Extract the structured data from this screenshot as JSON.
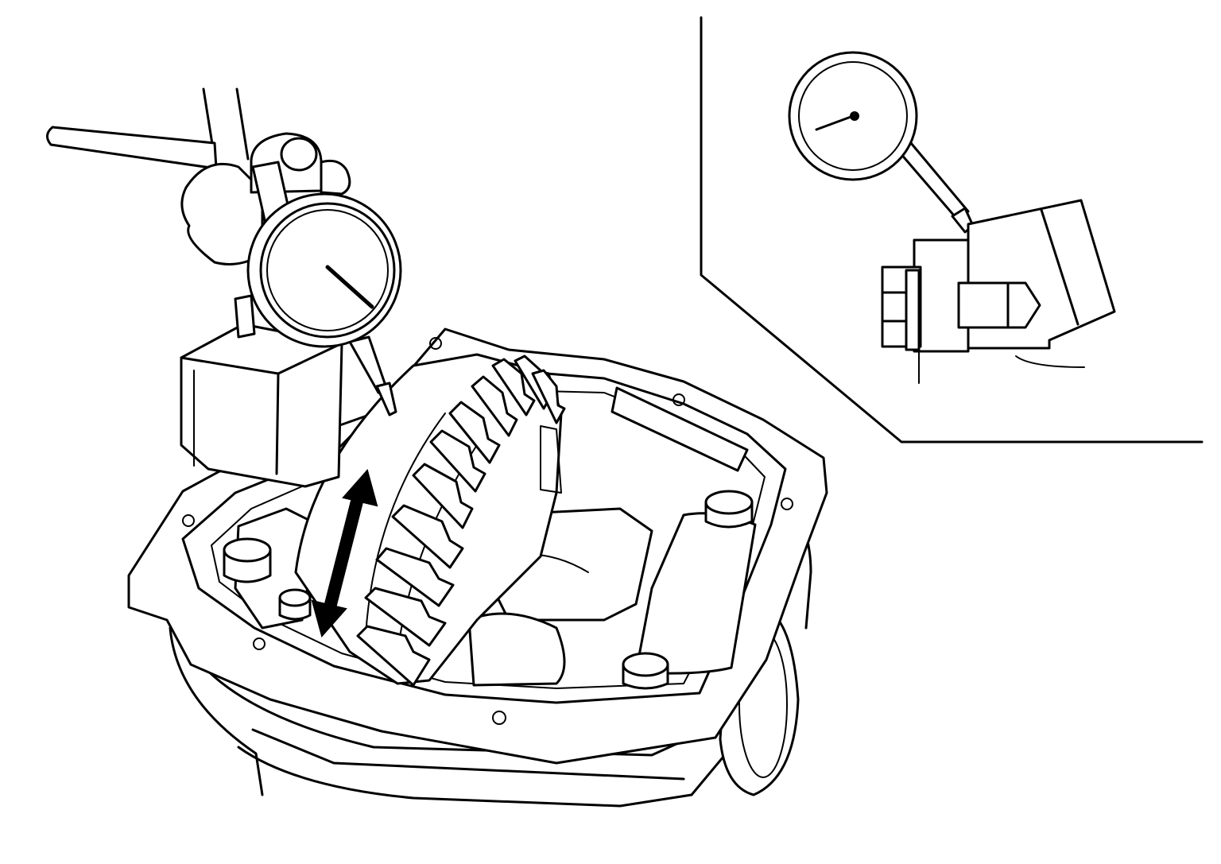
{
  "figure": {
    "background_color": "#ffffff",
    "line_color": "#000000",
    "main_view": {
      "subject": "differential-carrier-with-ring-gear",
      "tool": "dial-indicator-on-magnetic-base",
      "motion_indicator": "double-headed-arrow"
    },
    "detail_view": {
      "subject": "dial-indicator-tip-on-gear-tooth"
    }
  }
}
